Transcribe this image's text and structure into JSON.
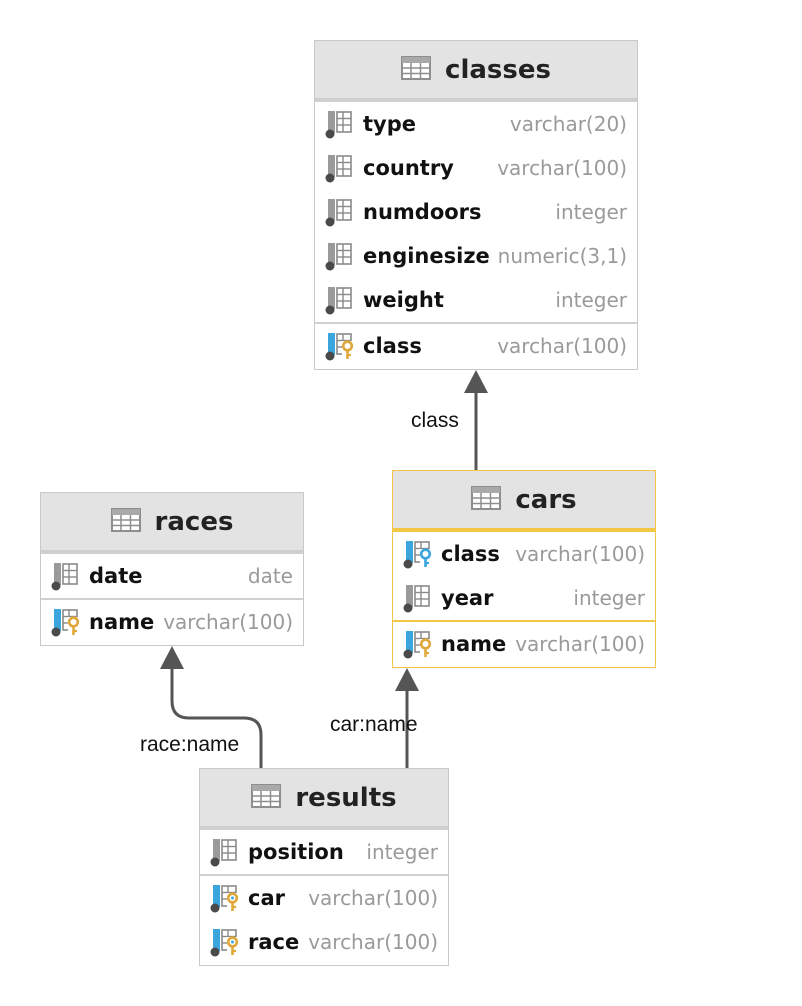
{
  "tables": {
    "classes": {
      "name": "classes",
      "columns": [
        {
          "name": "type",
          "type": "varchar(20)",
          "kind": "column"
        },
        {
          "name": "country",
          "type": "varchar(100)",
          "kind": "column"
        },
        {
          "name": "numdoors",
          "type": "integer",
          "kind": "column"
        },
        {
          "name": "enginesize",
          "type": "numeric(3,1)",
          "kind": "column"
        },
        {
          "name": "weight",
          "type": "integer",
          "kind": "column"
        }
      ],
      "keys": [
        {
          "name": "class",
          "type": "varchar(100)",
          "kind": "primary-key"
        }
      ]
    },
    "cars": {
      "name": "cars",
      "columns": [
        {
          "name": "class",
          "type": "varchar(100)",
          "kind": "foreign-key"
        },
        {
          "name": "year",
          "type": "integer",
          "kind": "column"
        }
      ],
      "keys": [
        {
          "name": "name",
          "type": "varchar(100)",
          "kind": "primary-key"
        }
      ]
    },
    "races": {
      "name": "races",
      "columns": [
        {
          "name": "date",
          "type": "date",
          "kind": "column"
        }
      ],
      "keys": [
        {
          "name": "name",
          "type": "varchar(100)",
          "kind": "primary-key"
        }
      ]
    },
    "results": {
      "name": "results",
      "columns": [
        {
          "name": "position",
          "type": "integer",
          "kind": "column"
        }
      ],
      "keys": [
        {
          "name": "car",
          "type": "varchar(100)",
          "kind": "primary-foreign-key"
        },
        {
          "name": "race",
          "type": "varchar(100)",
          "kind": "primary-foreign-key"
        }
      ]
    }
  },
  "relations": [
    {
      "label": "class",
      "from": "cars",
      "to": "classes"
    },
    {
      "label": "car:name",
      "from": "results",
      "to": "cars"
    },
    {
      "label": "race:name",
      "from": "results",
      "to": "races"
    }
  ],
  "colors": {
    "selected_border": "#f2c744",
    "header_bg": "#e3e3e3",
    "type_text": "#9a9a9a",
    "primary_key": "#e0a83a",
    "foreign_key": "#3aa6dd",
    "column_icon": "#8a8a8a"
  },
  "selected_table": "cars"
}
